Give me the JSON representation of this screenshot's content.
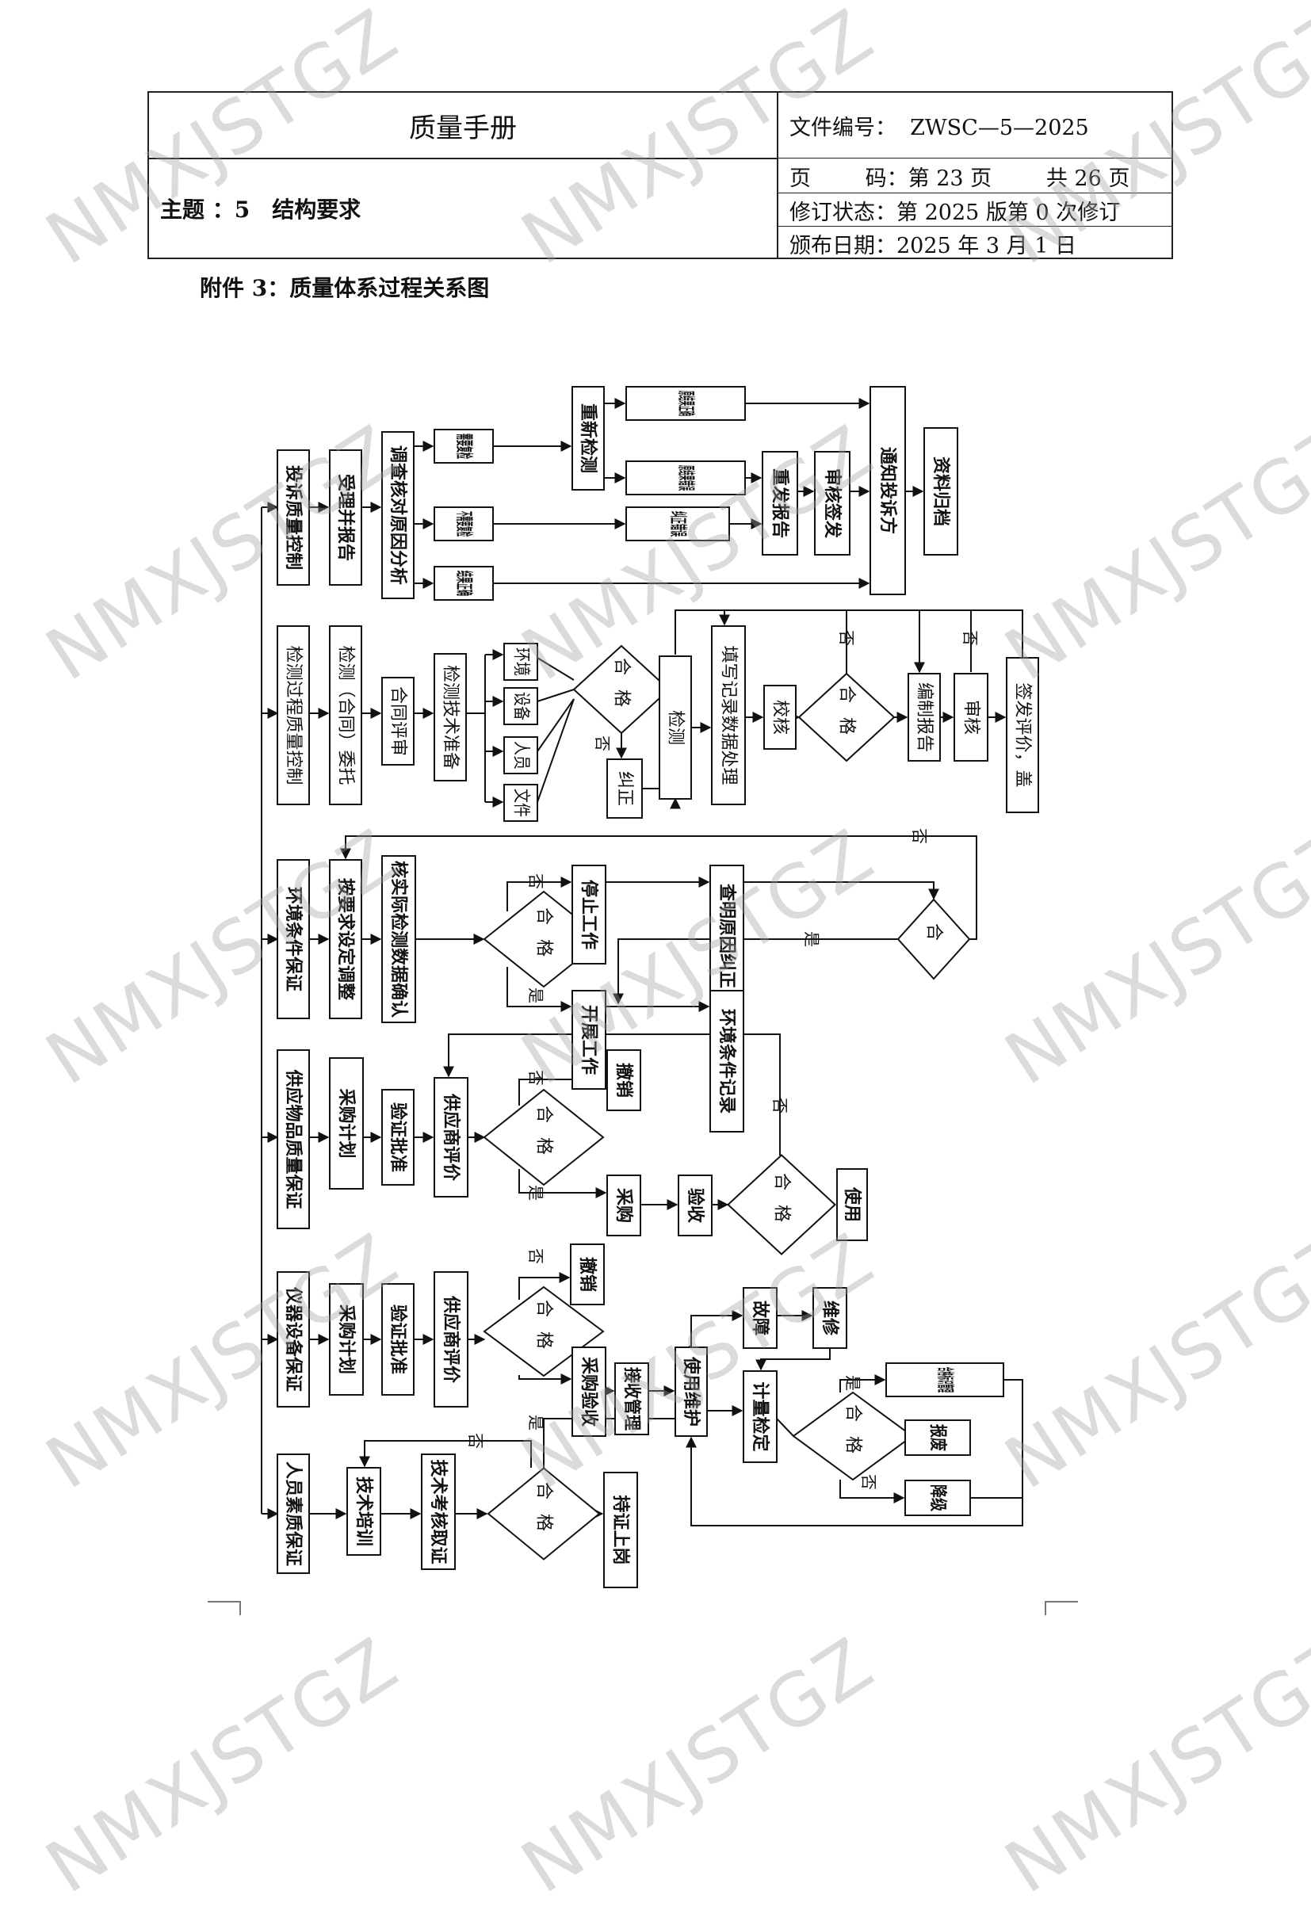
{
  "header": {
    "title": "质量手册",
    "doc_no": "文件编号：  ZWSC—5—2025",
    "subject_label": "主题 ：5",
    "subject_text": "结构要求",
    "page": "页        码：第 23 页        共 26 页",
    "revision": "修订状态：第 2025 版第 0 次修订",
    "issue_date": "颁布日期：2025 年 3 月 1 日"
  },
  "attachment_title": "附件 3：质量体系过程关系图",
  "watermark": "NMXJSTGZ",
  "diagram": {
    "r1": {
      "main": "投诉质量控制",
      "accept": "受理并报告",
      "investigate": "调查核对原因分析",
      "need_recheck": "需要复检",
      "no_recheck": "不需要复检",
      "correct_result": "结果正确",
      "retest": "重新检测",
      "orig_correct": "原结果正确",
      "orig_wrong": "原结果错误",
      "correct_err": "纠正错误",
      "reissue": "重发报告",
      "review_sign": "审核签发",
      "notify": "通知投诉方",
      "archive": "资料归档"
    },
    "r2": {
      "main": "检测过程质量控制",
      "contract": "检测（合同）委托",
      "contract_review": "合同评审",
      "tech_prep": "检测技术准备",
      "env": "环境",
      "equip": "设备",
      "staff": "人员",
      "files": "文件",
      "ok": "合格",
      "no": "否",
      "fix": "纠正",
      "test": "检测",
      "record": "填写记录数据处理",
      "check": "校核",
      "ok2": "合格",
      "no2": "否",
      "report": "编制报告",
      "audit": "审核",
      "no3": "否",
      "issue": "签发评价，盖"
    },
    "r3": {
      "main": "环境条件保证",
      "adjust": "按要求设定调整",
      "confirm": "核实际检测数据确认",
      "ok": "合格",
      "no": "否",
      "stop": "停止工作",
      "cause": "查明原因纠正",
      "ok2": "合",
      "yes": "是",
      "yes2": "是",
      "start": "开展工作",
      "env_record": "环境条件记录",
      "no2": "否"
    },
    "r4": {
      "main": "供应物品质量保证",
      "plan": "采购计划",
      "approve": "验证批准",
      "supplier": "供应商评价",
      "ok": "合格",
      "no": "否",
      "cancel": "撤销",
      "yes": "是",
      "buy": "采购",
      "accept": "验收",
      "ok2": "合格",
      "use": "使用",
      "no2": "否"
    },
    "r5": {
      "main": "仪器设备保证",
      "plan": "采购计划",
      "approve": "验证批准",
      "supplier": "供应商评价",
      "ok": "合格",
      "no": "否",
      "cancel": "撤销",
      "buy_accept": "采购验收",
      "accept_mgmt": "接收管理",
      "use_maint": "使用维护",
      "fault": "故障",
      "repair": "维修",
      "calib": "计量检定",
      "ok2": "合格",
      "yes": "是",
      "label": "合格标识管理",
      "scrap": "报废",
      "no2": "否",
      "downgrade": "降级"
    },
    "r6": {
      "main": "人员素质保证",
      "training": "技术培训",
      "exam": "技术考核取证",
      "ok": "合格",
      "yes": "是",
      "no": "否",
      "certified": "持证上岗"
    }
  }
}
